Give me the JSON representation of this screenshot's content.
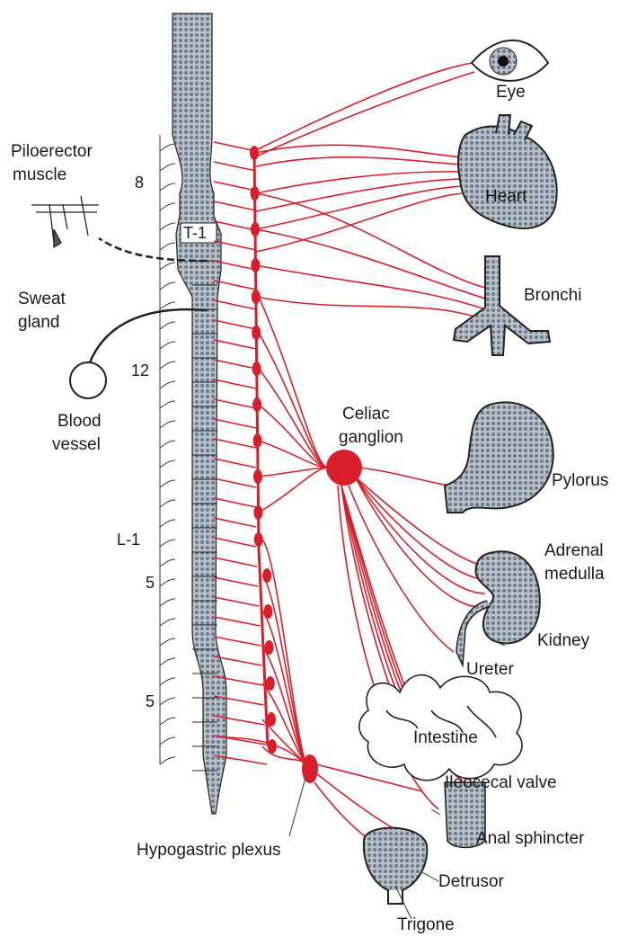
{
  "labels": {
    "eye": "Eye",
    "heart": "Heart",
    "bronchi": "Bronchi",
    "piloerector_line1": "Piloerector",
    "piloerector_line2": "muscle",
    "sweat_line1": "Sweat",
    "sweat_line2": "gland",
    "blood_line1": "Blood",
    "blood_line2": "vessel",
    "celiac_line1": "Celiac",
    "celiac_line2": "ganglion",
    "pylorus": "Pylorus",
    "adrenal_line1": "Adrenal",
    "adrenal_line2": "medulla",
    "kidney": "Kidney",
    "ureter": "Ureter",
    "intestine": "Intestine",
    "ileocecal": "Ileocecal valve",
    "anal": "Anal sphincter",
    "hypogastric": "Hypogastric plexus",
    "detrusor": "Detrusor",
    "trigone": "Trigone"
  },
  "segments": {
    "s8": "8",
    "t1": "T-1",
    "s12": "12",
    "l1": "L-1",
    "s5a": "5",
    "s5b": "5"
  },
  "colors": {
    "nerve": "#d81e2a",
    "organ": "#7f8c98",
    "cord": "#8d98a3",
    "ink": "#1a1a1a"
  }
}
